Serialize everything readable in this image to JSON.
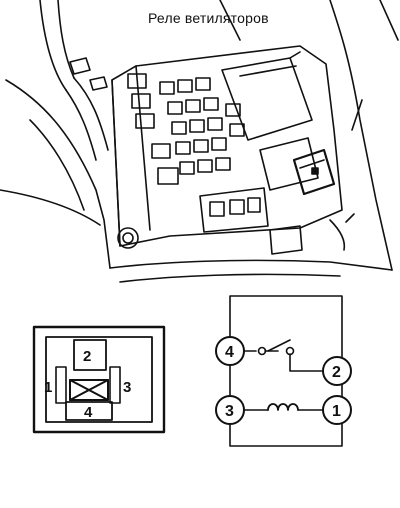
{
  "caption": "Реле ветиляторов",
  "connector": {
    "pins": [
      "2",
      "1",
      "3",
      "4"
    ]
  },
  "circuit": {
    "terminals": [
      "4",
      "2",
      "3",
      "1"
    ]
  }
}
